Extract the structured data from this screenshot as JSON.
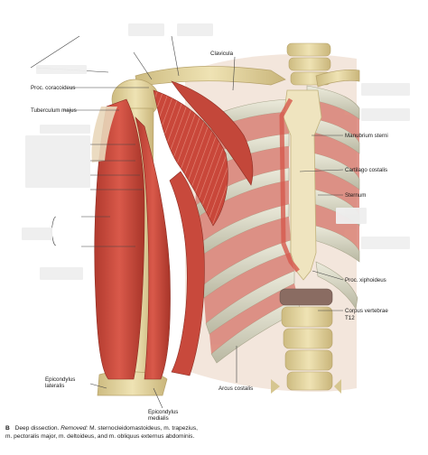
{
  "labels": {
    "clavicula": "Clavicula",
    "proc_coracoideus": "Proc. coracoideus",
    "tuberculum_majus": "Tuberculum majus",
    "manubrium_sterni": "Manubrium sterni",
    "cartilago_costalis": "Cartilago costalis",
    "sternum": "Sternum",
    "proc_xiphoideus": "Proc. xiphoideus",
    "corpus_vertebrae": "Corpus vertebrae",
    "t12": "T12",
    "epicondylus_lateralis_1": "Epicondylus",
    "epicondylus_lateralis_2": "lateralis",
    "epicondylus_medialis_1": "Epicondylus",
    "epicondylus_medialis_2": "medialis",
    "arcus_costalis": "Arcus costalis"
  },
  "caption": {
    "letter": "B",
    "line1_normal": "Deep dissection.",
    "line1_italic": "Removed:",
    "line1_rest": "M. sternocleidomastoideus, m. trapezius,",
    "line2": "m. pectoralis major, m. deltoideus, and m. obliquus externus abdominis."
  },
  "colors": {
    "muscle": "#cc4a3c",
    "muscle_light": "#e07a6a",
    "bone": "#e6d7a0",
    "bone_dark": "#c7b477",
    "cartilage": "#f2e8c6",
    "rib": "#d8d7c2",
    "leader": "#444444",
    "label_cover": "#efefef"
  }
}
